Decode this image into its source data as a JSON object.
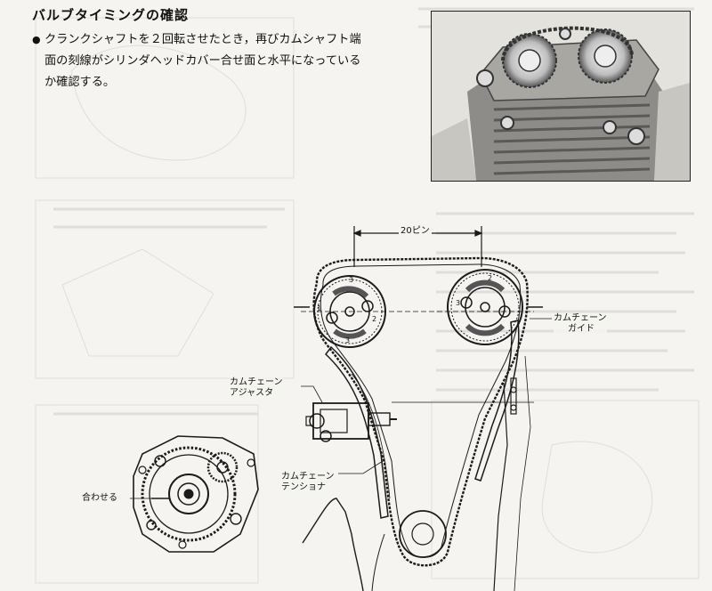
{
  "heading": "バルブタイミングの確認",
  "bullet": "●",
  "paragraph_lines": [
    "クランクシャフトを２回転させたとき，再びカムシャフト端",
    "面の刻線がシリンダヘッドカバー合せ面と水平になっている",
    "か確認する。"
  ],
  "diagram_labels": {
    "pin_count": "20ピン",
    "chain_guide": [
      "カムチェーン",
      "ガイド"
    ],
    "chain_adjuster": [
      "カムチェーン",
      "アジャスタ"
    ],
    "chain_tensioner": [
      "カムチェーン",
      "テンショナ"
    ],
    "align": "合わせる"
  },
  "sprocket_marks": {
    "left": [
      "3",
      "1",
      "2",
      "3"
    ],
    "right": [
      "2",
      "3"
    ]
  }
}
